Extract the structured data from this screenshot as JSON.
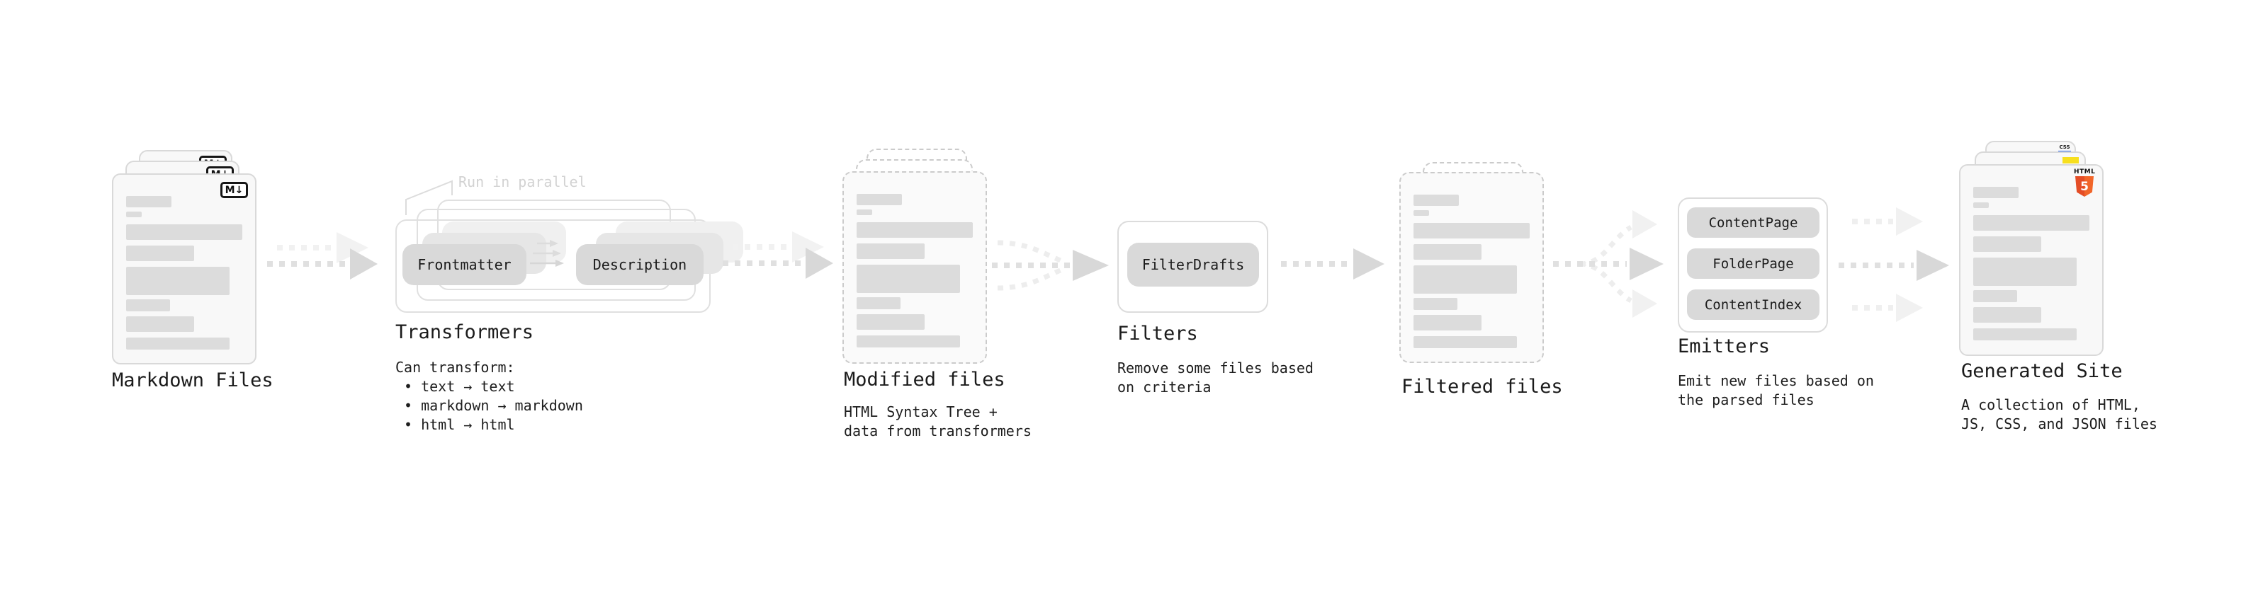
{
  "colors": {
    "background": "#ffffff",
    "file_fill": "#f8f8f8",
    "file_border": "#d9d9d9",
    "dashed_file_border": "#cbcbcb",
    "content_bar": "#dcdcdc",
    "pill_fill": "#d9d9d9",
    "pill_text": "#1b1b1b",
    "outline_box_border": "#e0e0e0",
    "arrow_dark": "#d8d8d8",
    "arrow_dash": "#e0e0e0",
    "arrow_light": "#f1f1f1",
    "annotation_text": "#d2d2d2",
    "label_text": "#1b1b1b",
    "markdown_badge_border": "#161616",
    "html5_orange": "#e44d26",
    "html5_orange_light": "#f16529",
    "js_yellow": "#f7df1e",
    "css_blue": "#2e6bf2"
  },
  "stages": {
    "markdown_files": {
      "label": "Markdown Files",
      "badge": "M↓"
    },
    "transformers": {
      "label": "Transformers",
      "annotation": "Run in parallel",
      "pills": [
        "Frontmatter",
        "Description"
      ],
      "desc_title": "Can transform:",
      "bullets": [
        "• text → text",
        "• markdown → markdown",
        "• html → html"
      ]
    },
    "modified_files": {
      "label": "Modified files",
      "desc": [
        "HTML Syntax Tree +",
        "data from transformers"
      ]
    },
    "filters": {
      "label": "Filters",
      "pills": [
        "FilterDrafts"
      ],
      "desc": [
        "Remove some files based",
        "on criteria"
      ]
    },
    "filtered_files": {
      "label": "Filtered files"
    },
    "emitters": {
      "label": "Emitters",
      "pills": [
        "ContentPage",
        "FolderPage",
        "ContentIndex"
      ],
      "desc": [
        "Emit new files based on",
        "the parsed files"
      ]
    },
    "generated_site": {
      "label": "Generated Site",
      "badges": {
        "html_label": "HTML",
        "html_number": "5",
        "css": "CSS"
      },
      "desc": [
        "A collection of HTML,",
        "JS, CSS, and JSON files"
      ]
    }
  }
}
